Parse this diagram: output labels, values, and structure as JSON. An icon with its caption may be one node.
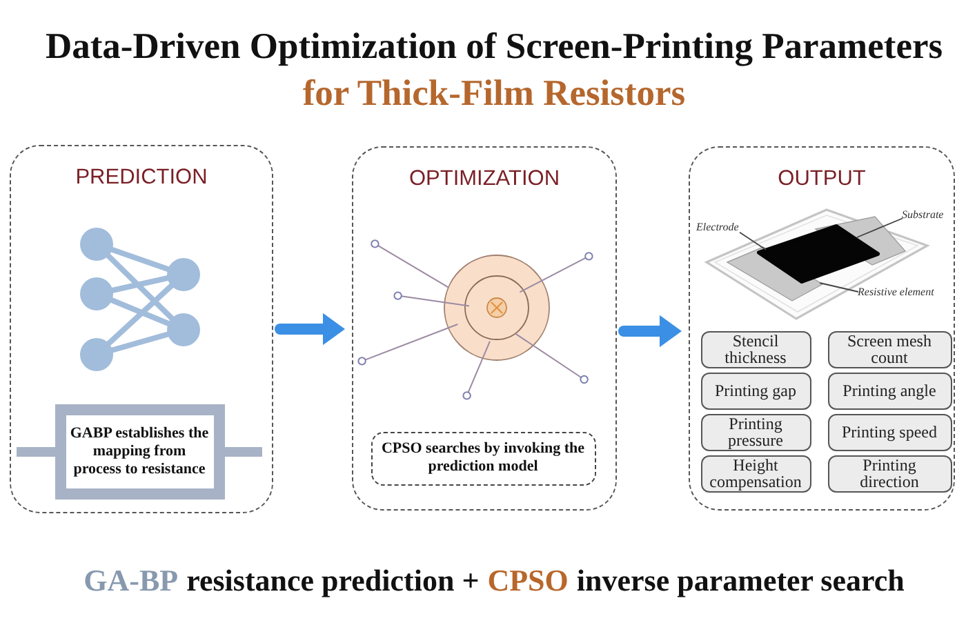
{
  "diagram": {
    "title": "Data-Driven Optimization of Screen-Printing Parameters",
    "nodes": [
      {
        "text": [
          "PREDICTION"
        ]
      },
      {
        "text": [
          "GABP establishes the mapping from process to resistance"
        ],
        "in": 0
      },
      {
        "text": [
          "OPTIMIZATION"
        ]
      },
      {
        "text": [
          "CPSO searches by invoking the prediction model"
        ],
        "in": 2
      },
      {
        "text": [
          "OUTPUT"
        ]
      },
      {
        "text": [
          "Electrode"
        ],
        "in": 4
      },
      {
        "text": [
          "Substrate"
        ],
        "in": 4
      },
      {
        "text": [
          "Resistive element"
        ],
        "in": 4
      },
      {
        "text": [
          "Stencil thickness"
        ],
        "in": 4
      },
      {
        "text": [
          "Screen mesh count"
        ],
        "in": 4
      },
      {
        "text": [
          "Printing gap"
        ],
        "in": 4
      },
      {
        "text": [
          "Printing angle"
        ],
        "in": 4
      },
      {
        "text": [
          "Printing pressure"
        ],
        "in": 4
      },
      {
        "text": [
          "Printing speed"
        ],
        "in": 4
      },
      {
        "text": [
          "Height compensation"
        ],
        "in": 4
      },
      {
        "text": [
          "Printing direction"
        ],
        "in": 4
      }
    ],
    "edges": [
      {
        "from": 0,
        "to": 2,
        "arrow": "to",
        "style": "thick",
        "color": "#3b8fe4"
      },
      {
        "from": 2,
        "to": 4,
        "arrow": "to",
        "style": "thick",
        "color": "#3b8fe4"
      },
      {
        "from": 5,
        "to": null,
        "arrow": "none"
      },
      {
        "from": 6,
        "to": null,
        "arrow": "none"
      },
      {
        "from": 7,
        "to": null,
        "arrow": "none"
      }
    ],
    "labels": [
      "for Thick-Film Resistors",
      "GA-BP",
      "resistance prediction +",
      "CPSO",
      "inverse parameter search"
    ]
  }
}
